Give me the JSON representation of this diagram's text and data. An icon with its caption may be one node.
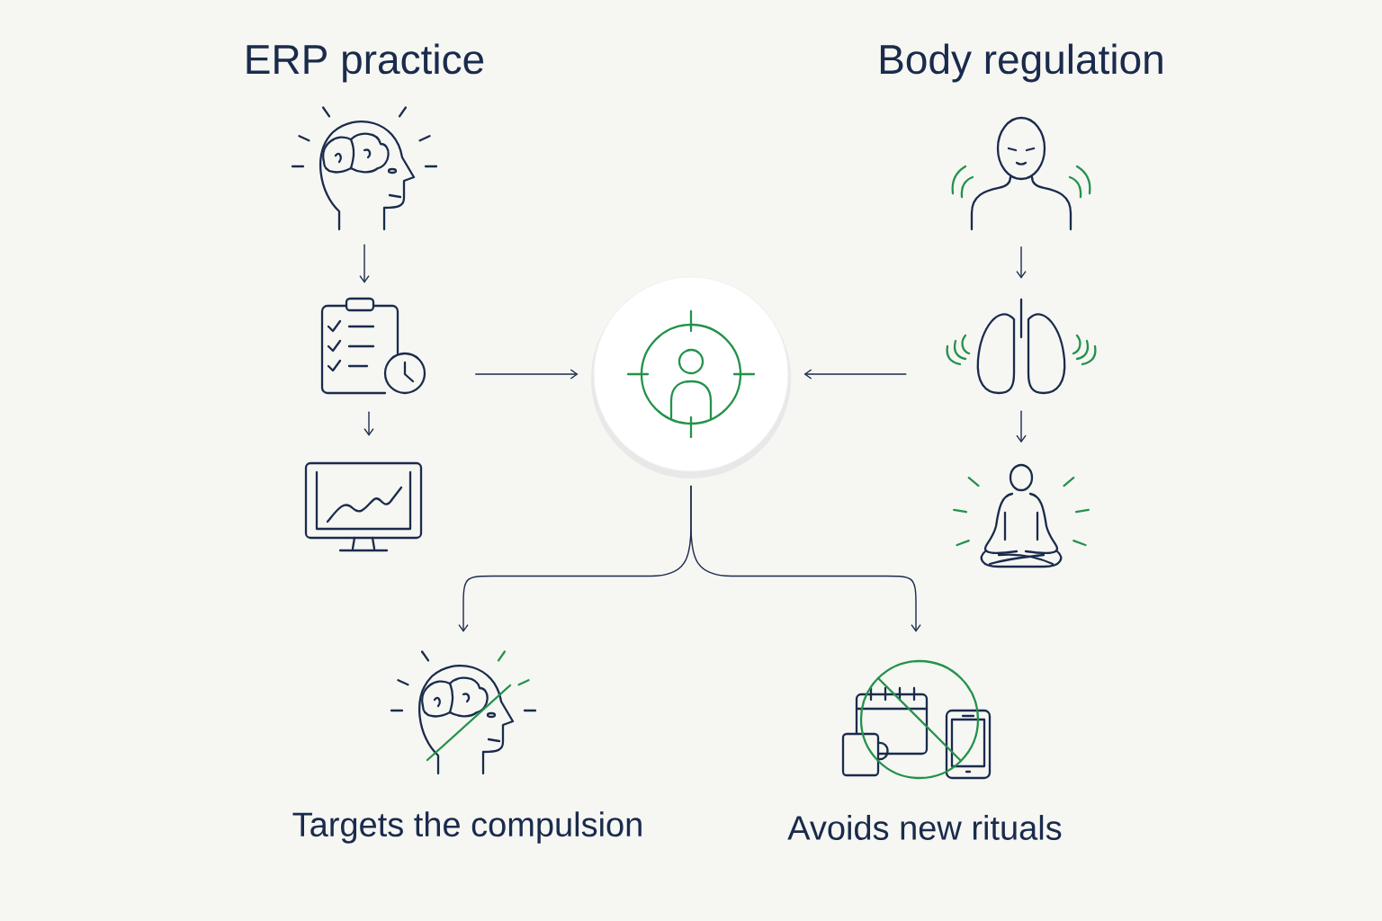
{
  "diagram": {
    "nodes": [
      {
        "text": [],
        "shape": "picture"
      },
      {
        "text": [],
        "shape": "picture"
      },
      {
        "text": [],
        "shape": "picture"
      },
      {
        "text": [],
        "shape": "circle"
      },
      {
        "text": [],
        "shape": "picture"
      },
      {
        "text": [],
        "shape": "picture"
      },
      {
        "text": [],
        "shape": "picture"
      },
      {
        "text": [],
        "shape": "picture",
        "beside": [
          "Targets the compulsion"
        ]
      },
      {
        "text": [],
        "shape": "picture",
        "beside": [
          "Avoids new rituals"
        ]
      }
    ],
    "edges": [
      {
        "from": 0,
        "to": 1,
        "arrow": "to"
      },
      {
        "from": 1,
        "to": 2,
        "arrow": "to"
      },
      {
        "from": 1,
        "to": 3,
        "arrow": "to"
      },
      {
        "from": 4,
        "to": 5,
        "arrow": "to"
      },
      {
        "from": 5,
        "to": 6,
        "arrow": "to"
      },
      {
        "from": 5,
        "to": 3,
        "arrow": "to"
      },
      {
        "from": 3,
        "to": 7,
        "arrow": "to"
      },
      {
        "from": 3,
        "to": 8,
        "arrow": "to"
      }
    ],
    "labels": [
      "ERP practice",
      "Body regulation"
    ]
  }
}
